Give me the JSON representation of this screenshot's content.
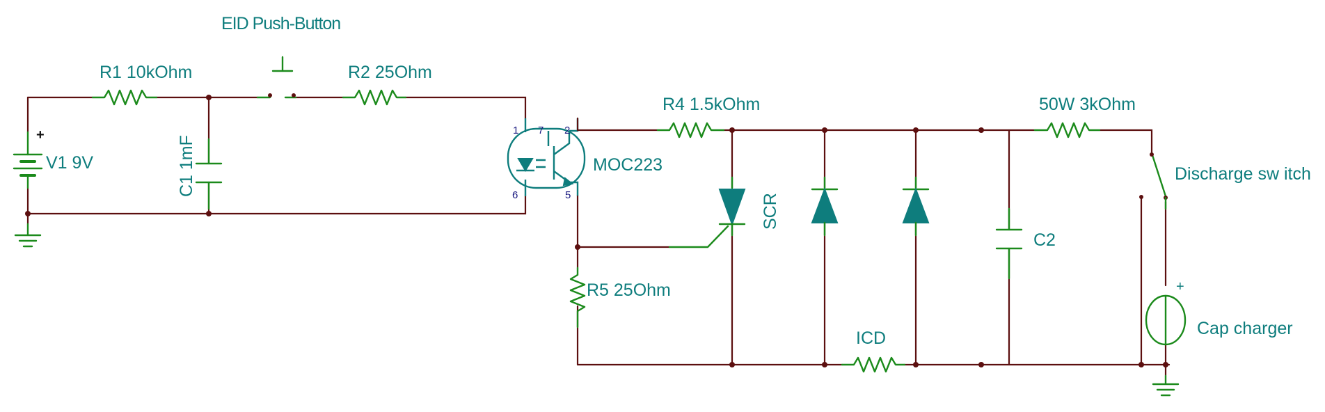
{
  "labels": {
    "push_button": "EID Push-Button",
    "r1": "R1 10kOhm",
    "r2": "R2 25Ohm",
    "c1": "C1  1mF",
    "v1": "V1 9V",
    "v1_plus": "+",
    "moc": "MOC223",
    "r4": "R4  1.5kOhm",
    "r5": "R5 25Ohm",
    "scr": "SCR",
    "icd": "ICD",
    "c2": "C2",
    "r_load": "50W 3kOhm",
    "discharge_switch": "Discharge sw itch",
    "cap_charger": "Cap charger",
    "cap_charger_plus": "+"
  },
  "pins": {
    "p1": "1",
    "p7": "7",
    "p2": "2",
    "p6": "6",
    "p5": "5"
  },
  "colors": {
    "wire": "#5c0f0f",
    "component": "#1b8a1b",
    "label": "#0e7d7d",
    "pin_number": "#1a1a80"
  }
}
